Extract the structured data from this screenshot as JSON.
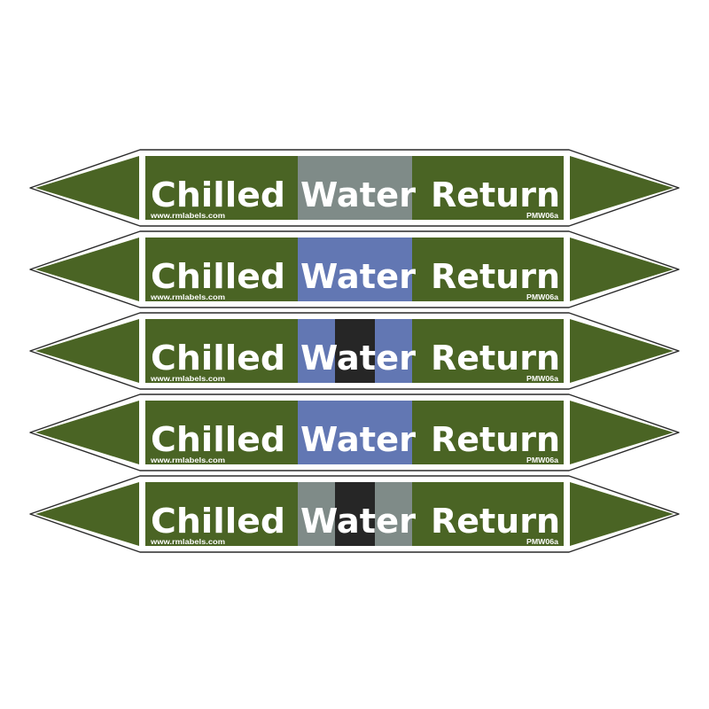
{
  "colors": {
    "pipe_green": "#4a6424",
    "outline": "#2a2a2a",
    "white": "#ffffff",
    "grey": "#7f8b88",
    "blue": "#6277b3",
    "black": "#262626"
  },
  "labels": [
    {
      "word1": "Chilled",
      "word2": "Water",
      "word3": "Return",
      "website": "www.rmlabels.com",
      "code": "PMW06a",
      "bands": [
        "grey"
      ]
    },
    {
      "word1": "Chilled",
      "word2": "Water",
      "word3": "Return",
      "website": "www.rmlabels.com",
      "code": "PMW06a",
      "bands": [
        "blue"
      ]
    },
    {
      "word1": "Chilled",
      "word2": "Water",
      "word3": "Return",
      "website": "www.rmlabels.com",
      "code": "PMW06a",
      "bands": [
        "blue",
        "black",
        "blue"
      ]
    },
    {
      "word1": "Chilled",
      "word2": "Water",
      "word3": "Return",
      "website": "www.rmlabels.com",
      "code": "PMW06a",
      "bands": [
        "blue"
      ]
    },
    {
      "word1": "Chilled",
      "word2": "Water",
      "word3": "Return",
      "website": "www.rmlabels.com",
      "code": "PMW06a",
      "bands": [
        "grey",
        "black",
        "grey"
      ]
    }
  ]
}
